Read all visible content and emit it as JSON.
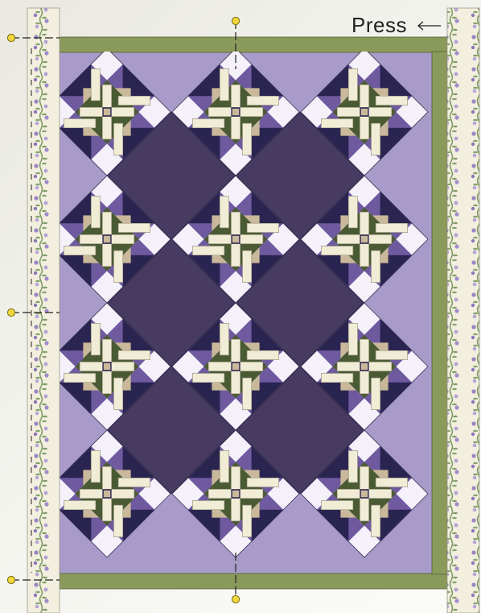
{
  "instruction": {
    "label": "Press"
  },
  "colors": {
    "background": "#eeeee7",
    "purple_background": "#a89bc9",
    "dark_purple_setting": "#473b62",
    "green_border": "#8a9a5b",
    "cream": "#f1ecd6",
    "light_lavender": "#f4f1fb",
    "mid_purple": "#6f5aa0",
    "navy": "#2a2450",
    "tan": "#c9b89a",
    "forest_green": "#4a5b34",
    "floral_strip": "#f3efdf",
    "pin": "#e8cd2c"
  },
  "quilt": {
    "block_rows": 4,
    "block_cols": 3,
    "setting_square_rows": 3,
    "setting_square_cols": 2
  },
  "icons": [
    "pin-icon",
    "arrow-left-icon"
  ]
}
